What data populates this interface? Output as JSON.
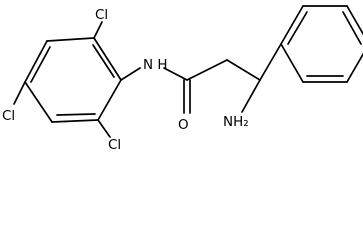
{
  "molecule": {
    "atoms": {
      "cl_top": "Cl",
      "cl_left": "Cl",
      "cl_bottom": "Cl",
      "amide_nh": "N H",
      "carbonyl_o": "O",
      "amine_nh2": "NH₂"
    }
  }
}
